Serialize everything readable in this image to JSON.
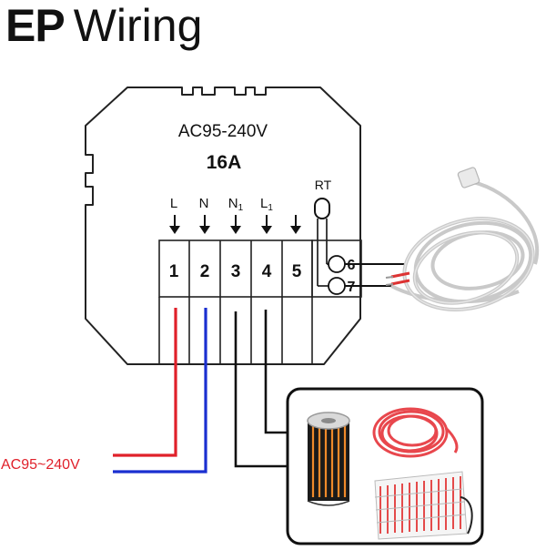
{
  "title": {
    "bold": "EP",
    "rest": "Wiring"
  },
  "device": {
    "voltage": "AC95-240V",
    "current": "16A",
    "sensor_label": "RT",
    "terminal_labels": [
      {
        "main": "L",
        "sub": ""
      },
      {
        "main": "N",
        "sub": ""
      },
      {
        "main": "N",
        "sub": "1"
      },
      {
        "main": "L",
        "sub": "1"
      },
      {
        "main": "",
        "sub": ""
      }
    ],
    "terminal_numbers": [
      "1",
      "2",
      "3",
      "4",
      "5"
    ],
    "sensor_terminals": [
      "6",
      "7"
    ]
  },
  "supply_label": "AC95~240V",
  "colors": {
    "live_wire": "#e0202a",
    "neutral_wire": "#1a2fd0",
    "load_wire": "#111111",
    "cable_red": "#e8474d"
  }
}
